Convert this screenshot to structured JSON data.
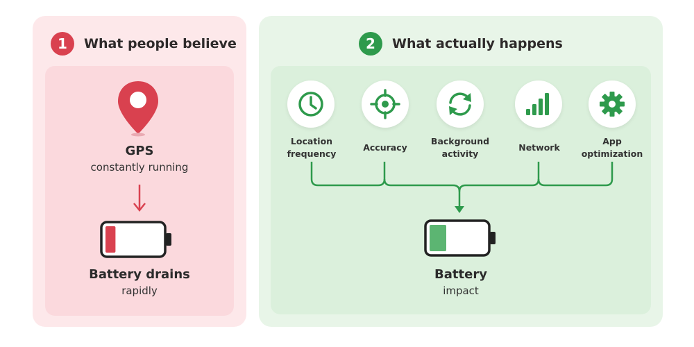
{
  "left_panel": {
    "number": "1",
    "title": "What people believe",
    "gps_label": "GPS",
    "gps_sub": "constantly running",
    "battery_label": "Battery drains",
    "battery_sub": "rapidly",
    "accent_color": "#d9414f",
    "battery_level": 0.18
  },
  "right_panel": {
    "number": "2",
    "title": "What actually happens",
    "accent_color": "#2e9a4c",
    "factors": [
      {
        "label": "Location\nfrequency",
        "icon": "clock-icon"
      },
      {
        "label": "Accuracy",
        "icon": "crosshair-icon"
      },
      {
        "label": "Background\nactivity",
        "icon": "refresh-icon"
      },
      {
        "label": "Network",
        "icon": "signal-bars-icon"
      },
      {
        "label": "App\noptimization",
        "icon": "gear-icon"
      }
    ],
    "battery_label": "Battery",
    "battery_sub": "impact",
    "battery_level": 0.3
  }
}
